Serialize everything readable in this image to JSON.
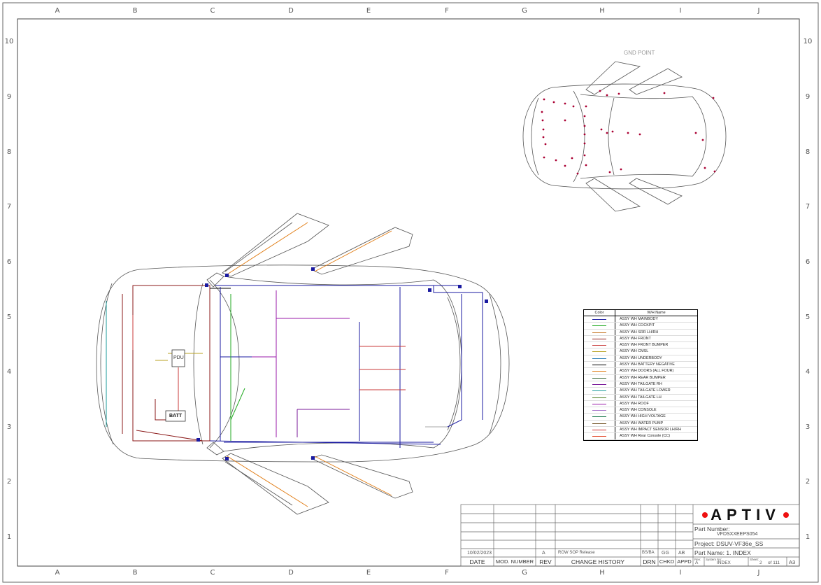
{
  "border_columns": [
    "A",
    "B",
    "C",
    "D",
    "E",
    "F",
    "G",
    "H",
    "I",
    "J"
  ],
  "border_rows": [
    "10",
    "9",
    "8",
    "7",
    "6",
    "5",
    "4",
    "3",
    "2",
    "1"
  ],
  "gnd_view": {
    "title": "GND POINT"
  },
  "components": {
    "pdu": "PDU",
    "battery": "BATT"
  },
  "legend": {
    "header_color": "Color",
    "header_name": "W/H Name",
    "entries": [
      {
        "name": "ASSY WH MAINBODY",
        "color": "#1a1aa0"
      },
      {
        "name": "ASSY WH COCKPIT",
        "color": "#22aa22"
      },
      {
        "name": "ASSY WH SRR LH/RH",
        "color": "#c77a2a"
      },
      {
        "name": "ASSY WH FRONT",
        "color": "#8b1a1a"
      },
      {
        "name": "ASSY WH FRONT BUMPER",
        "color": "#c83a3a"
      },
      {
        "name": "ASSY WH CMSL",
        "color": "#b8a020"
      },
      {
        "name": "ASSY WH UNDERBODY",
        "color": "#2c7fb8"
      },
      {
        "name": "ASSY WH BATTERY NEGATIVE",
        "color": "#000000"
      },
      {
        "name": "ASSY WH DOORS (ALL FOUR)",
        "color": "#e07a10"
      },
      {
        "name": "ASSY WH REAR BUMPER",
        "color": "#3a6a3a"
      },
      {
        "name": "ASSY WH TAILGATE RH",
        "color": "#7a1a9a"
      },
      {
        "name": "ASSY WH TAILGATE LOWER",
        "color": "#1a9a9a"
      },
      {
        "name": "ASSY WH TAILGATE LH",
        "color": "#4a7a1a"
      },
      {
        "name": "ASSY WH ROOF",
        "color": "#9a1aaa"
      },
      {
        "name": "ASSY WH CONSOLE",
        "color": "#aa7acc"
      },
      {
        "name": "ASSY WH HIGH VOLTAGE",
        "color": "#1a7a4a"
      },
      {
        "name": "ASSY WH WATER PUMP",
        "color": "#6a4a1a"
      },
      {
        "name": "ASSY WH IMPACT SENSOR LH/RH",
        "color": "#cc2a2a"
      },
      {
        "name": "ASSY WH Rear Console (CC)",
        "color": "#e03a1a"
      }
    ]
  },
  "title_block": {
    "date": "10/02/2023",
    "rev": "A",
    "change": "ROW SOP Release",
    "drn": "BS/BA",
    "chkd": "GG",
    "appd": "AB",
    "col_date": "DATE",
    "col_mod": "MOD. NUMBER",
    "col_rev": "REV",
    "col_change": "CHANGE HISTORY",
    "col_drn": "DRN",
    "col_chkd": "CHKD",
    "col_appd": "APPD",
    "logo": "APTIV",
    "part_number_label": "Part Number:",
    "part_number": "VFDSXXEEPS054",
    "project": "Project: DSUV-VF36e_SS",
    "part_name": "Part Name: 1. INDEX",
    "rev_label": "Rev:",
    "rev_value": "A",
    "system_label": "System No:",
    "system_value": "INDEX",
    "sheet_label": "Sheet:",
    "sheet_value": "2",
    "of_label": "of 111",
    "size": "A3"
  }
}
